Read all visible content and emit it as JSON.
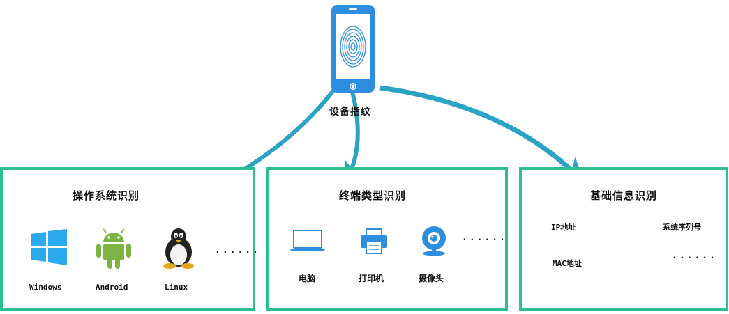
{
  "center": {
    "label": "设备指纹"
  },
  "boxes": {
    "os": {
      "title": "操作系统识别",
      "items": [
        "Windows",
        "Android",
        "Linux"
      ],
      "more": "......"
    },
    "terminal": {
      "title": "终端类型识别",
      "items": [
        "电脑",
        "打印机",
        "摄像头"
      ],
      "more": "......"
    },
    "info": {
      "title": "基础信息识别",
      "items": [
        "IP地址",
        "系统序列号",
        "MAC地址"
      ],
      "more": "......"
    }
  },
  "colors": {
    "box_border": "#2dbf94",
    "arrow": "#2aa3c6",
    "phone": "#2d8ee0"
  }
}
